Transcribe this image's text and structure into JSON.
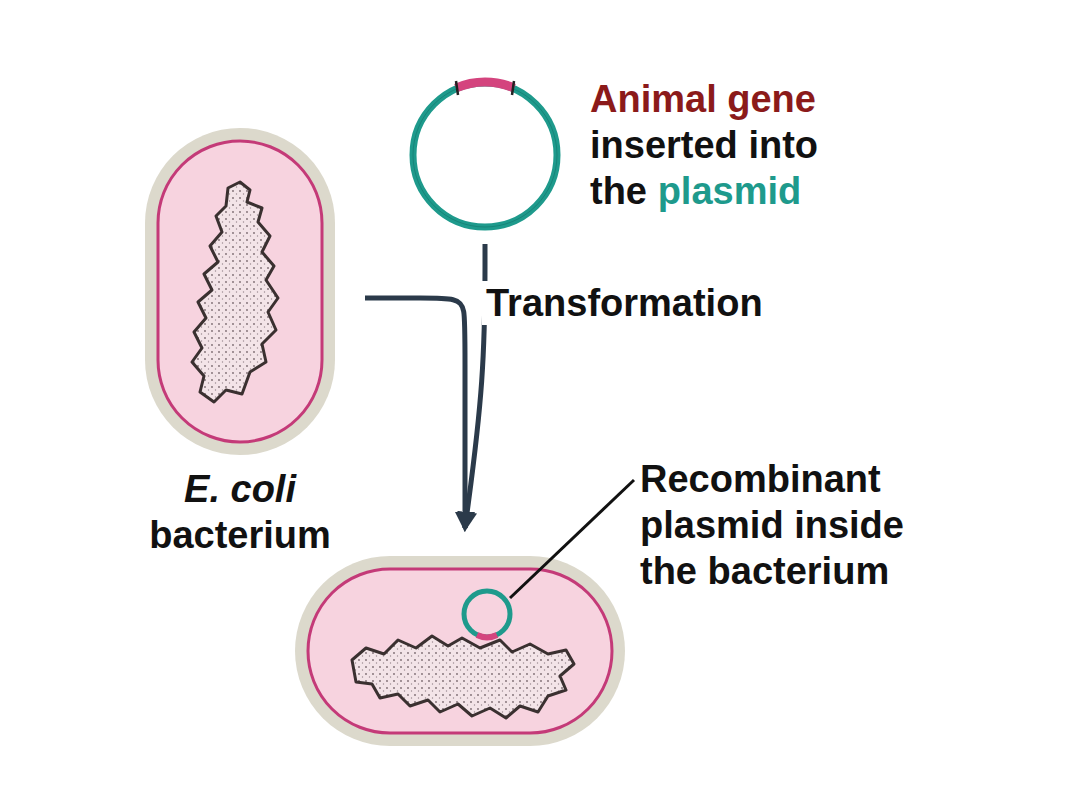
{
  "diagram": {
    "nodes": [
      {
        "text": [
          "Animal gene",
          "inserted into",
          "the",
          "plasmid"
        ]
      },
      {
        "text": [
          "E. coli",
          "bacterium"
        ]
      },
      {
        "text": [
          "Recombinant plasmid inside the bacterium"
        ]
      }
    ],
    "edges": [
      {
        "from": 0,
        "to": 2,
        "arrow": "to",
        "label": "Transformation"
      },
      {
        "from": 1,
        "to": 2,
        "arrow": "to"
      }
    ]
  }
}
